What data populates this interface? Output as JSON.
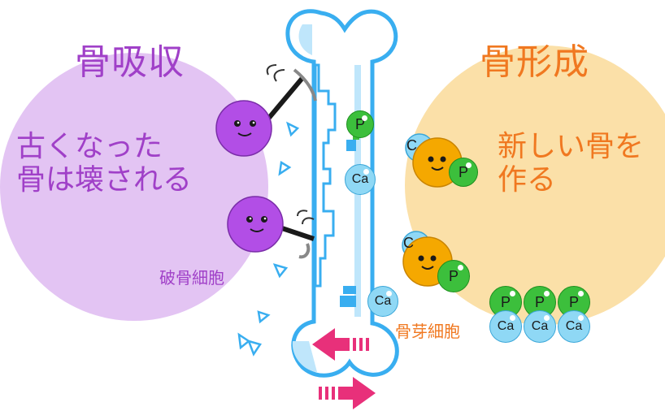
{
  "left_panel": {
    "title": "骨吸収",
    "description": "古くなった\n骨は壊される",
    "cell_label": "破骨細胞",
    "color": "#a040c8",
    "circle_color": "#e3c4f3"
  },
  "right_panel": {
    "title": "骨形成",
    "description": "新しい骨を\n作る",
    "cell_label": "骨芽細胞",
    "color": "#f07820",
    "circle_color": "#fbe0a8"
  },
  "chips": {
    "p": "P",
    "ca": "Ca",
    "c_partial": "C"
  },
  "colors": {
    "bone_outline": "#39aef0",
    "arrow": "#e8307a",
    "osteoclast": "#b24ee6",
    "osteoblast": "#f5a800",
    "p_green": "#3cbf3c",
    "ca_blue": "#8fd8f5"
  }
}
